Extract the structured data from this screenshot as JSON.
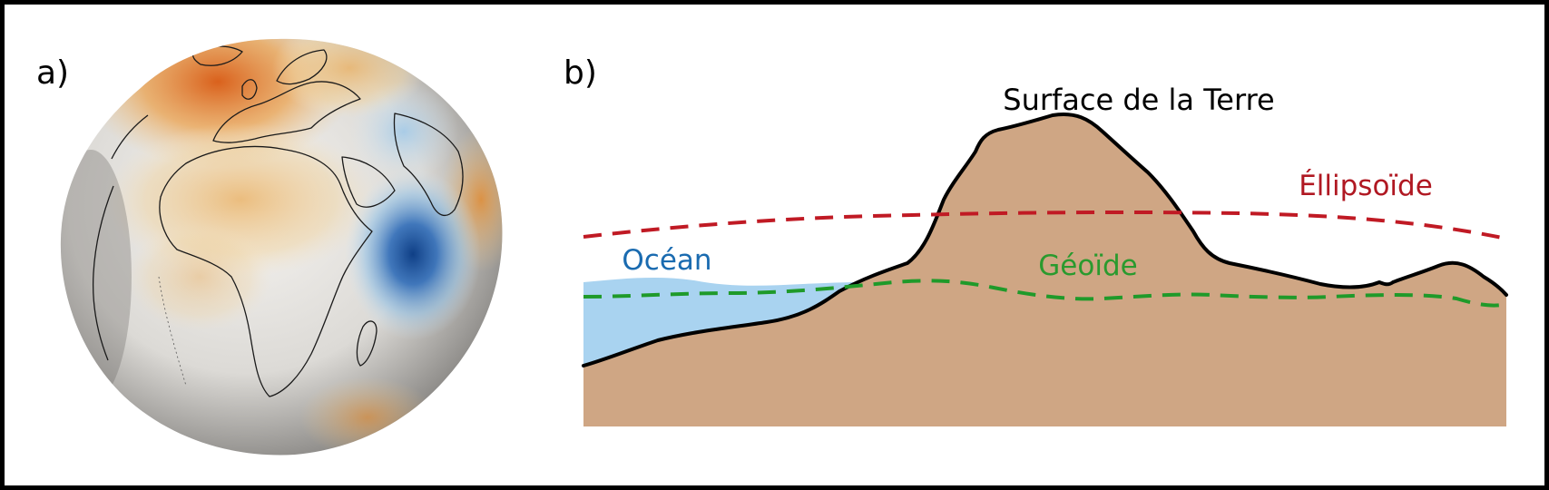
{
  "panels": {
    "a": {
      "label": "a)"
    },
    "b": {
      "label": "b)"
    }
  },
  "diagram": {
    "surface_label": "Surface de la Terre",
    "ellipsoid_label": "Éllipsoïde",
    "geoid_label": "Géoïde",
    "ocean_label": "Océan"
  },
  "colors": {
    "terrain_fill": "#cfa684",
    "terrain_outline": "#000000",
    "ocean_fill": "#a9d3f0",
    "ellipsoid": "#c01a24",
    "geoid": "#1f9a2a",
    "ocean_text": "#1a6bb0",
    "ellipsoid_text": "#b01822",
    "geoid_text": "#2a9a2e",
    "globe_warm": "#e0701c",
    "globe_cool": "#1f5aa6",
    "globe_neutral": "#e9e7e3"
  },
  "icons": {
    "globe": "geoid-globe-icon"
  }
}
